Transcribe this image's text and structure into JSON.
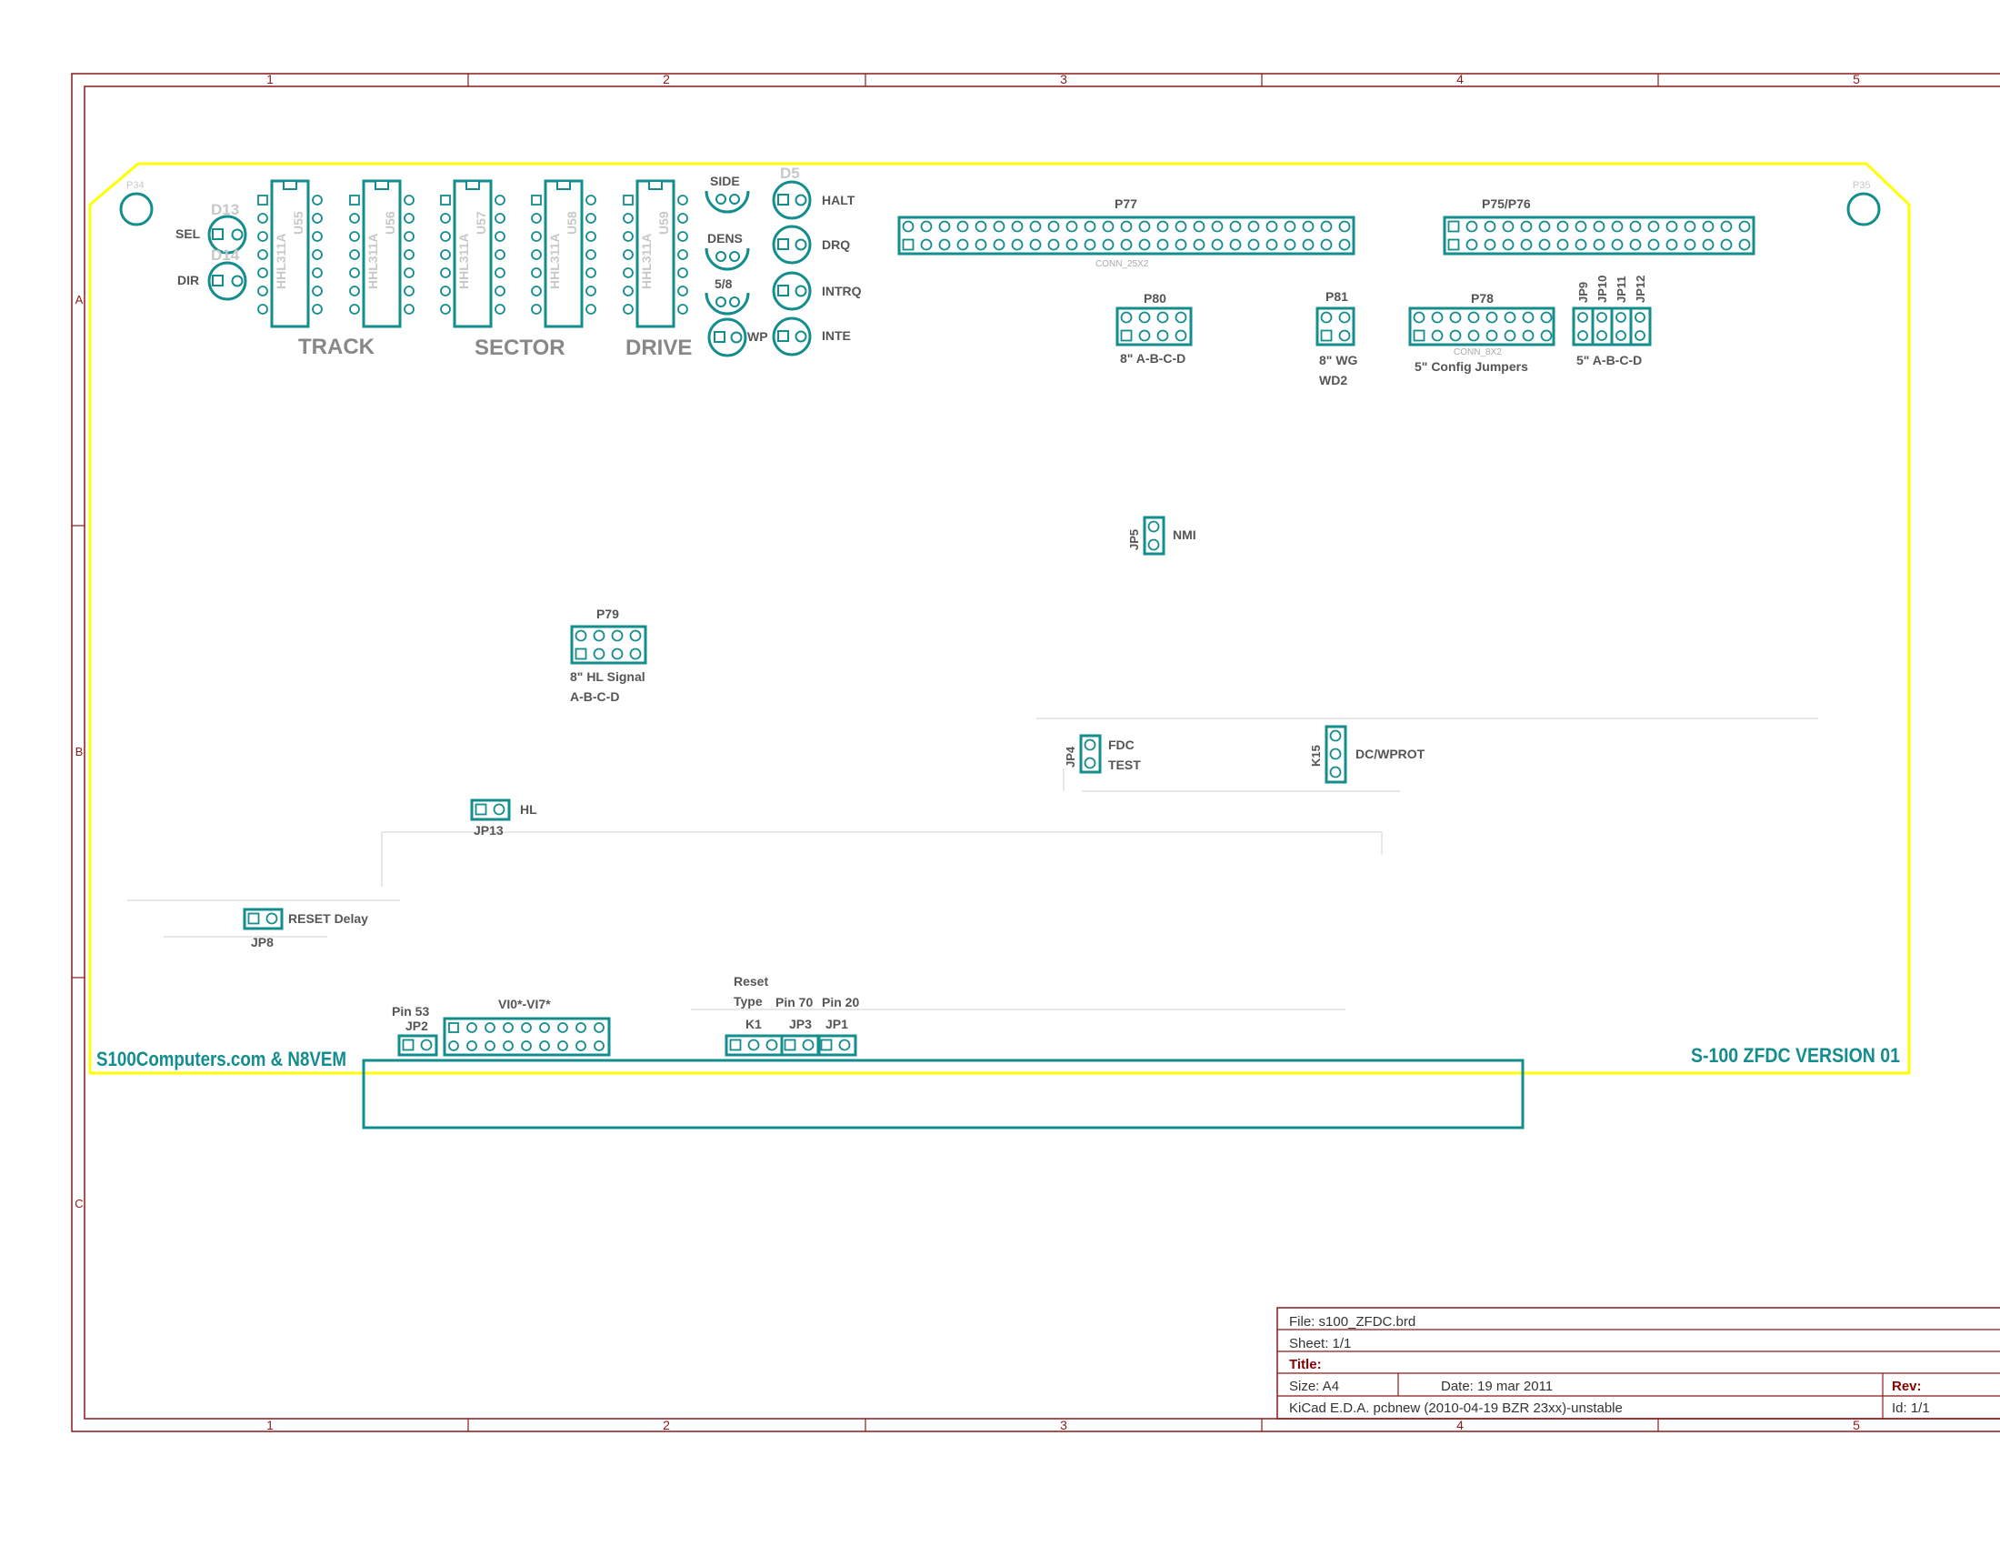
{
  "colors": {
    "frame": "#8b1a1a",
    "outline": "#ffff00",
    "copper": "#138d8d",
    "silk": "#777777",
    "ghost": "#c8c8c8",
    "title_red": "#8b0000"
  },
  "frame": {
    "columns": [
      "1",
      "2",
      "3",
      "4",
      "5"
    ],
    "rows": [
      "A",
      "B",
      "C"
    ]
  },
  "board": {
    "brand_text": "S100Computers.com & N8VEM",
    "version_text": "S-100 ZFDC VERSION 01",
    "group_labels": {
      "track": "TRACK",
      "sector": "SECTOR",
      "drive": "DRIVE"
    },
    "chip_part": "HHL311A",
    "chip_refs": [
      "U55",
      "U56",
      "U57",
      "U58",
      "U59"
    ],
    "mount_holes": [
      "P34",
      "P35"
    ],
    "left_leds": [
      {
        "ref": "D13",
        "signal": "SEL"
      },
      {
        "ref": "D14",
        "signal": "DIR"
      }
    ],
    "led_signals": {
      "side": "SIDE",
      "dens": "DENS",
      "five_eight": "5/8",
      "wp": "WP",
      "halt": "HALT",
      "drq": "DRQ",
      "intrq": "INTRQ",
      "inte": "INTE"
    },
    "led_refs": {
      "d5": "D5"
    },
    "connectors": {
      "p77": {
        "ref": "P77",
        "footprint": "CONN_25X2"
      },
      "p75": {
        "ref": "P75/P76"
      },
      "p80": {
        "ref": "P80",
        "caption": "8\" A-B-C-D"
      },
      "p81": {
        "ref": "P81",
        "caption": "8\" WG",
        "caption2": "WD2"
      },
      "p78": {
        "ref": "P78",
        "caption": "5\" Config Jumpers",
        "footprint": "CONN_8X2"
      },
      "jp9_12": {
        "refs": [
          "JP9",
          "JP10",
          "JP11",
          "JP12"
        ],
        "caption": "5\" A-B-C-D"
      },
      "jp5": {
        "ref": "JP5",
        "caption": "NMI"
      },
      "p79": {
        "ref": "P79",
        "caption": "8\" HL Signal",
        "caption2": "A-B-C-D"
      },
      "jp4": {
        "ref": "JP4",
        "caption": "FDC",
        "caption2": "TEST"
      },
      "k15": {
        "ref": "K15",
        "caption": "DC/WPROT"
      },
      "jp13": {
        "ref": "JP13",
        "caption": "HL"
      },
      "jp8": {
        "ref": "JP8",
        "caption": "RESET Delay"
      },
      "jp2": {
        "ref": "JP2",
        "caption": "Pin 53"
      },
      "vio": {
        "caption": "VI0*-VI7*"
      },
      "k1": {
        "ref": "K1",
        "caption": "Reset",
        "caption2": "Type"
      },
      "jp3": {
        "ref": "JP3",
        "caption": "Pin 70"
      },
      "jp1": {
        "ref": "JP1",
        "caption": "Pin 20"
      }
    }
  },
  "title_block": {
    "file": "File: s100_ZFDC.brd",
    "sheet": "Sheet: 1/1",
    "title": "Title:",
    "size": "Size: A4",
    "date": "Date: 19 mar 2011",
    "rev": "Rev:",
    "tool": "KiCad E.D.A.  pcbnew (2010-04-19 BZR 23xx)-unstable",
    "id": "Id: 1/1"
  }
}
